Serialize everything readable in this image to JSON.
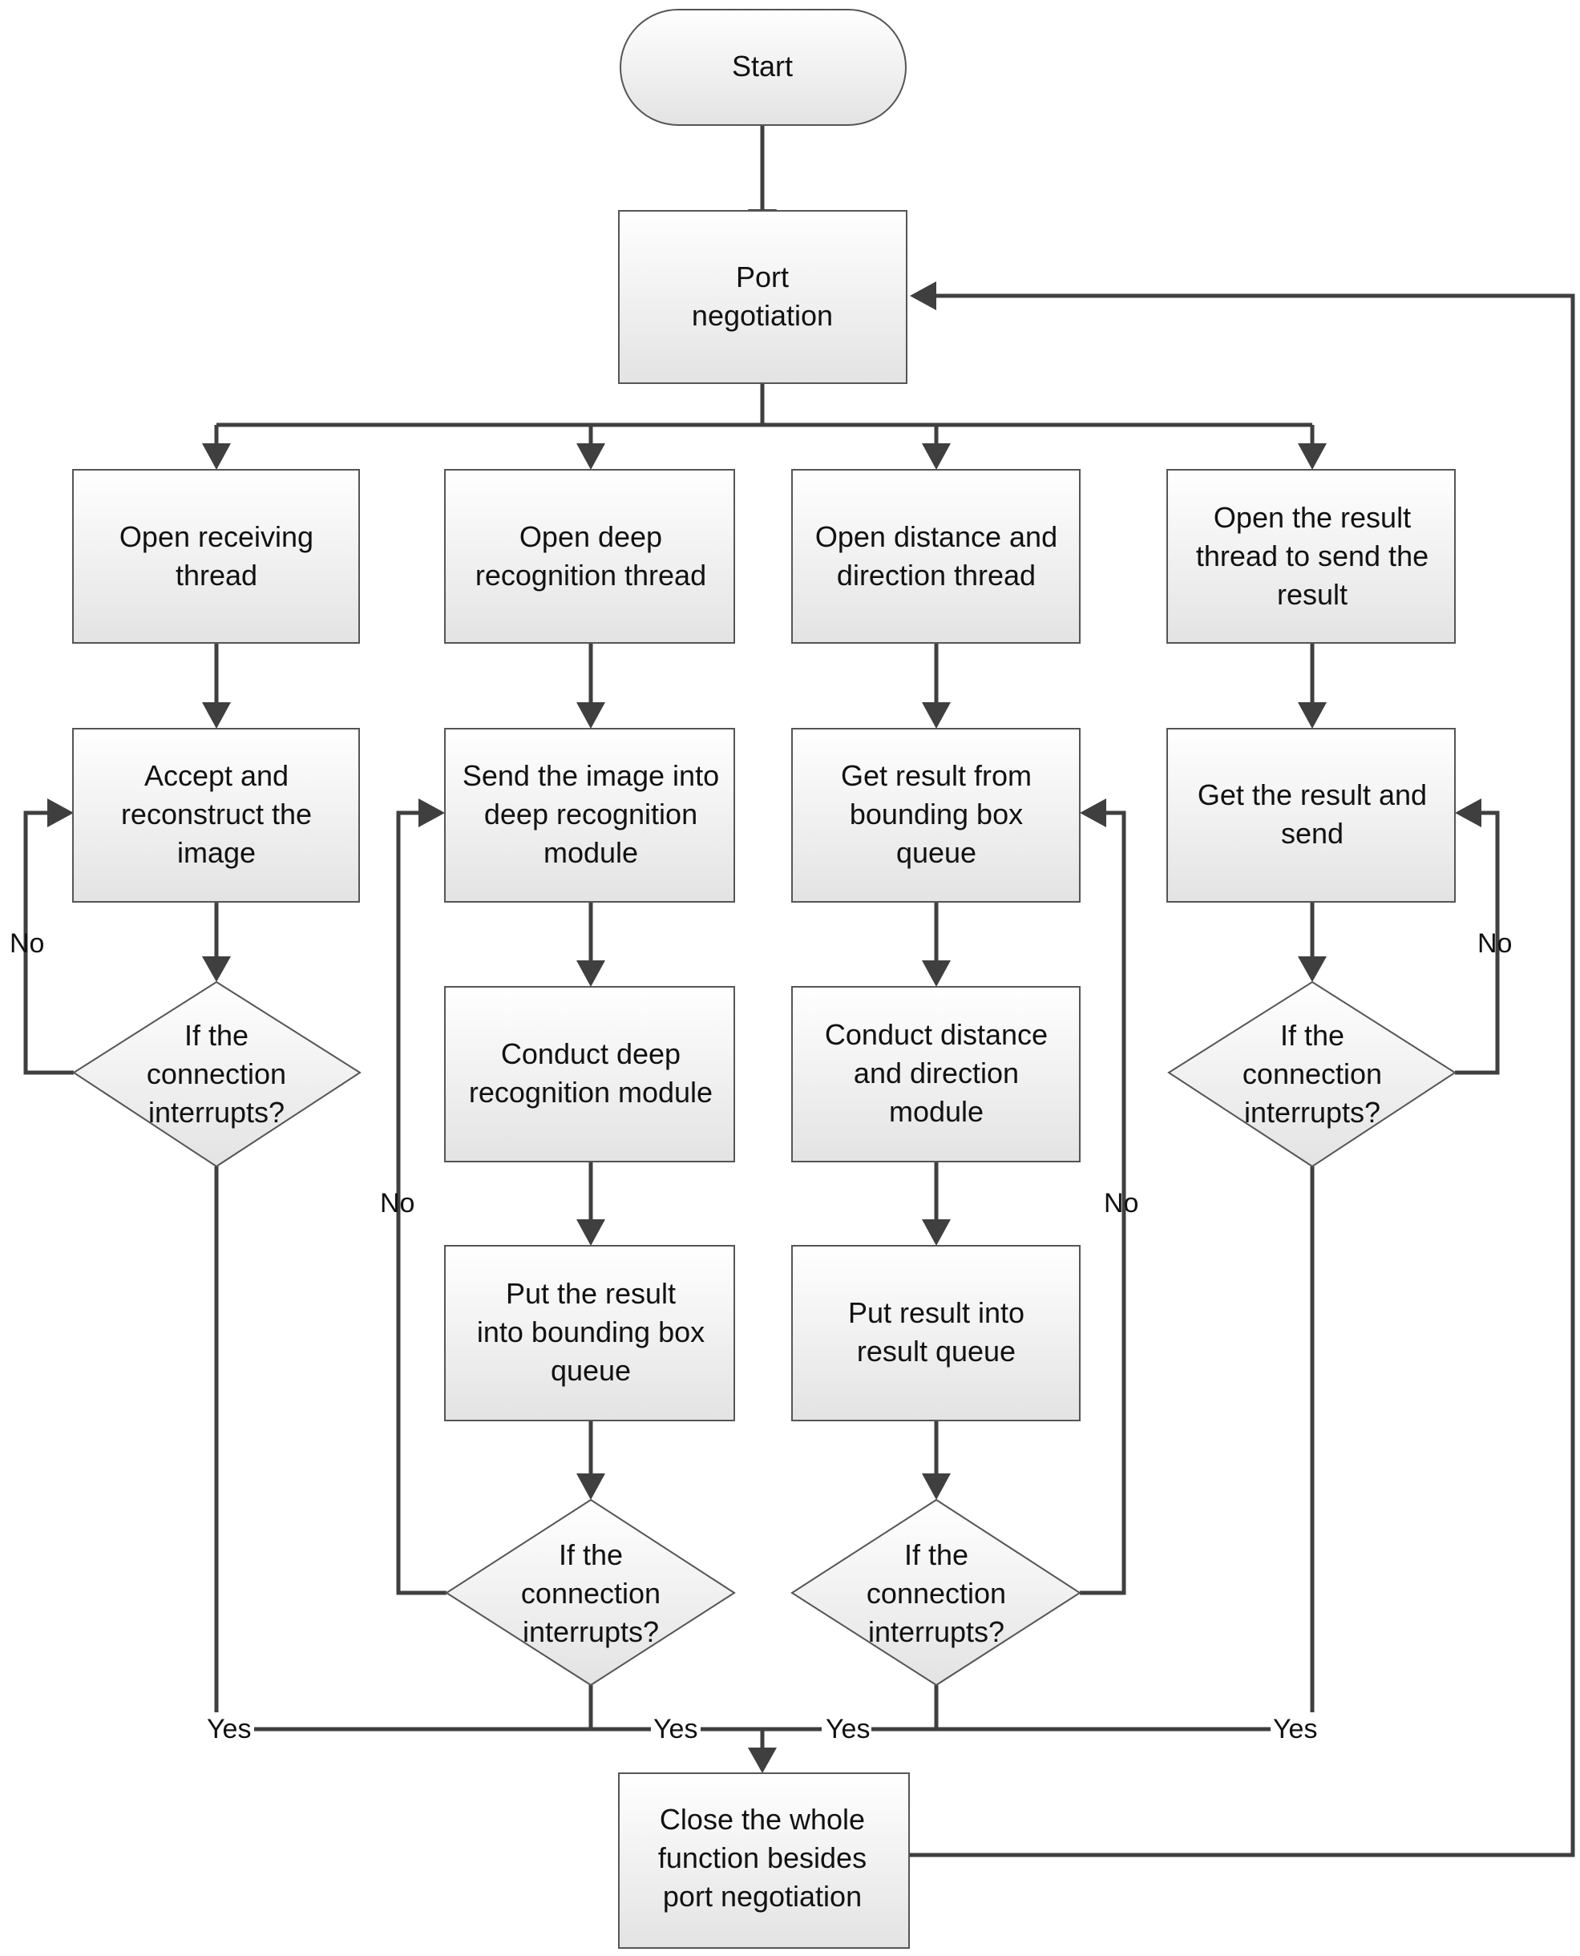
{
  "nodes": {
    "start": "Start",
    "port_negotiation": [
      "Port",
      "negotiation"
    ],
    "open_receiving": [
      "Open receiving",
      "thread"
    ],
    "open_deep": [
      "Open deep",
      "recognition thread"
    ],
    "open_distance": [
      "Open distance and",
      "direction thread"
    ],
    "open_result": [
      "Open the result",
      "thread to send the",
      "result"
    ],
    "accept_image": [
      "Accept and",
      "reconstruct the",
      "image"
    ],
    "send_image": [
      "Send the image into",
      "deep recognition",
      "module"
    ],
    "get_bbox": [
      "Get result from",
      "bounding box",
      "queue"
    ],
    "get_result_send": [
      "Get the result and",
      "send"
    ],
    "conduct_deep": [
      "Conduct deep",
      "recognition module"
    ],
    "conduct_distance": [
      "Conduct distance",
      "and direction",
      "module"
    ],
    "put_bbox": [
      "Put the result",
      "into bounding box",
      "queue"
    ],
    "put_result": [
      "Put result into",
      "result queue"
    ],
    "decision_1": [
      "If the",
      "connection",
      "interrupts?"
    ],
    "decision_2": [
      "If the",
      "connection",
      "interrupts?"
    ],
    "decision_3": [
      "If the",
      "connection",
      "interrupts?"
    ],
    "decision_4": [
      "If the",
      "connection",
      "interrupts?"
    ],
    "close": [
      "Close the whole",
      "function besides",
      "port negotiation"
    ]
  },
  "edge_labels": {
    "no_1": "No",
    "no_2": "No",
    "no_3": "No",
    "no_4": "No",
    "yes_1": "Yes",
    "yes_2": "Yes",
    "yes_3": "Yes",
    "yes_4": "Yes"
  },
  "colors": {
    "box_top": "#ffffff",
    "box_bottom": "#e3e3e3",
    "stroke": "#555555",
    "edge": "#3f3f3f"
  }
}
